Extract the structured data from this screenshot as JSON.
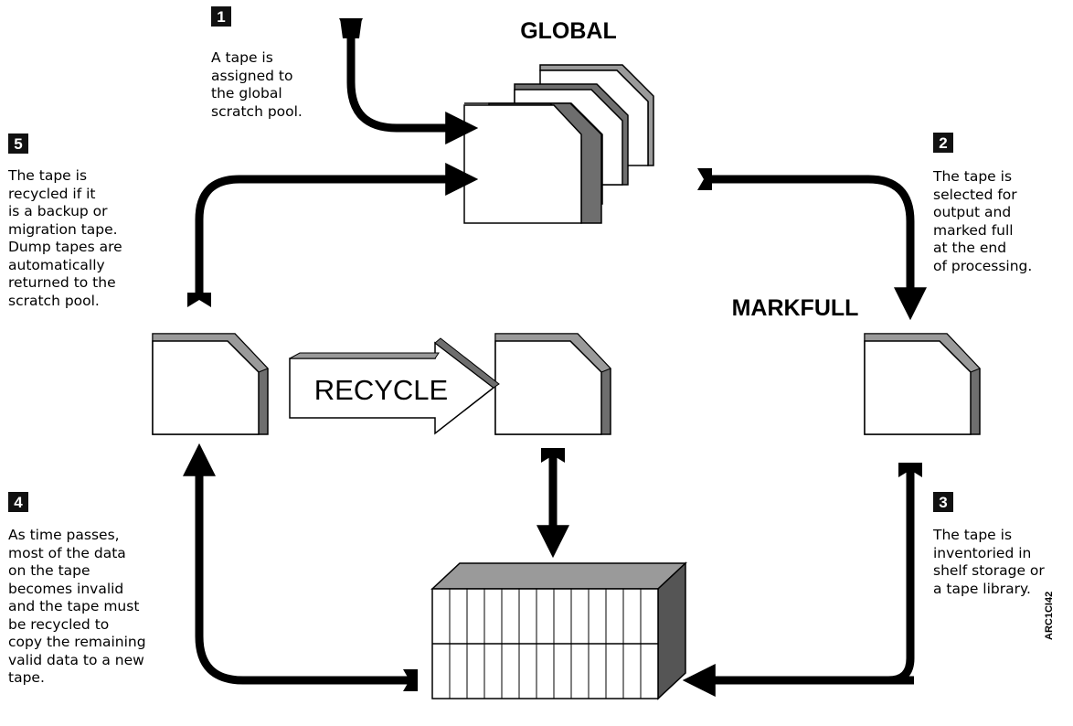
{
  "labels": {
    "global": "GLOBAL",
    "markfull": "MARKFULL",
    "recycle": "RECYCLE"
  },
  "steps": [
    {
      "number": "1",
      "text": "A tape is\nassigned to\nthe global\nscratch pool."
    },
    {
      "number": "2",
      "text": "The tape is\nselected for\noutput and\nmarked full\nat the end\nof processing."
    },
    {
      "number": "3",
      "text": "The tape is\ninventoried in\nshelf storage or\na tape library."
    },
    {
      "number": "4",
      "text": "As time passes,\nmost of the data\non the tape\nbecomes invalid\nand the tape must\nbe recycled to\ncopy the remaining\nvalid data to a new\ntape."
    },
    {
      "number": "5",
      "text": "The tape is\nrecycled if it\nis a backup or\nmigration tape.\nDump tapes are\nautomatically\nreturned to the\nscratch pool."
    }
  ],
  "figure_id": "ARC1CI42",
  "colors": {
    "line": "#000000",
    "tape_face": "#ffffff",
    "tape_side": "#6e6e6e",
    "tape_top": "#9a9a9a",
    "badge": "#111111"
  }
}
